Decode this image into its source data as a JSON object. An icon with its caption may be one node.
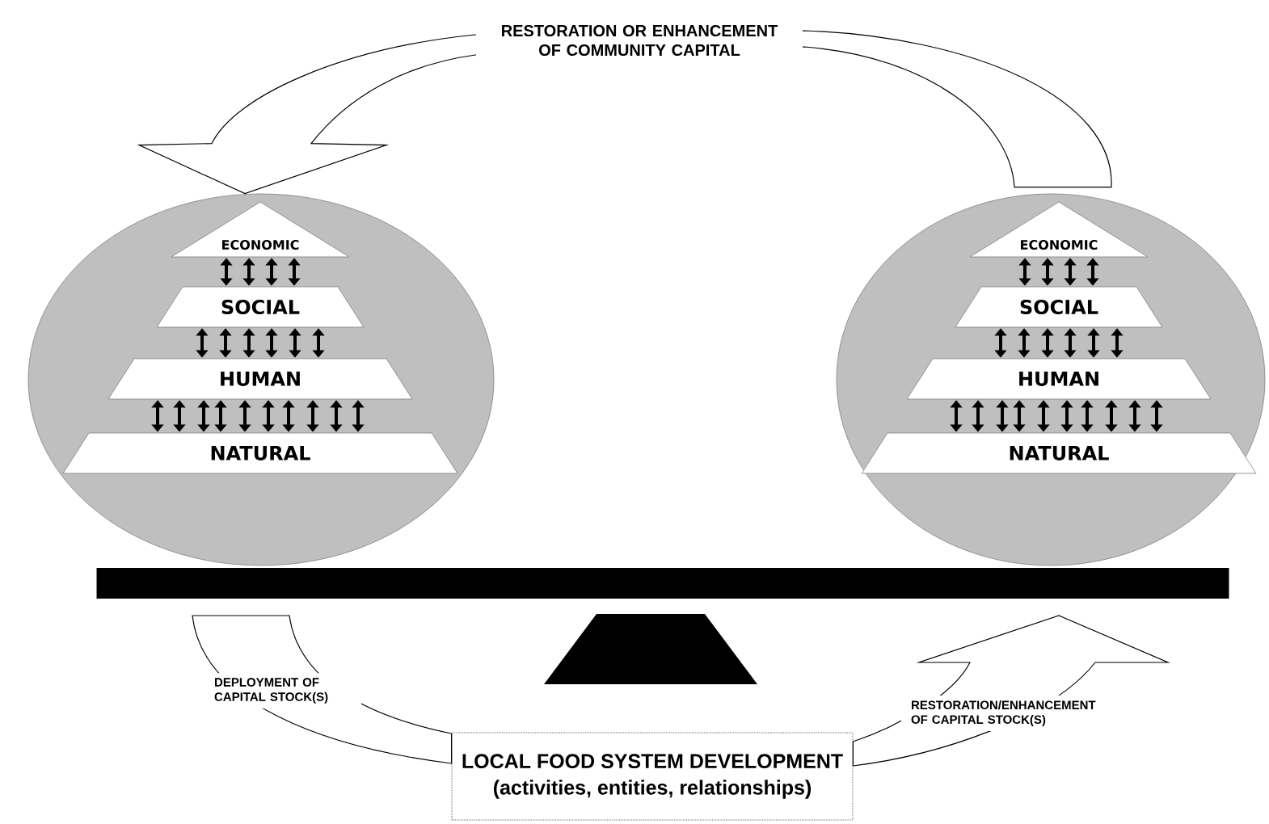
{
  "diagram": {
    "nodes": [
      {
        "text": [],
        "shape": "circle"
      },
      {
        "text": [
          "ECONOMIC"
        ],
        "in": 0
      },
      {
        "text": [
          "SOCIAL"
        ],
        "in": 0
      },
      {
        "text": [
          "HUMAN"
        ],
        "in": 0
      },
      {
        "text": [
          "NATURAL"
        ],
        "in": 0
      },
      {
        "text": [],
        "shape": "circle"
      },
      {
        "text": [
          "ECONOMIC"
        ],
        "in": 5
      },
      {
        "text": [
          "SOCIAL"
        ],
        "in": 5
      },
      {
        "text": [
          "HUMAN"
        ],
        "in": 5
      },
      {
        "text": [
          "NATURAL"
        ],
        "in": 5
      },
      {
        "text": [],
        "shape": "bar"
      },
      {
        "text": [
          "LOCAL FOOD SYSTEM DEVELOPMENT",
          "(activities, entities, relationships)"
        ]
      },
      {
        "text": [],
        "shape": "trapezoid"
      }
    ],
    "edges": [
      {
        "from": 5,
        "to": 0,
        "arrow": "to",
        "label": "RESTORATION OR ENHANCEMENT OF COMMUNITY CAPITAL"
      },
      {
        "from": 10,
        "to": 11,
        "arrow": "none",
        "label": "DEPLOYMENT OF CAPITAL STOCK(S)"
      },
      {
        "from": 11,
        "to": 10,
        "arrow": "to",
        "label": "RESTORATION/ENHANCEMENT OF CAPITAL STOCK(S)"
      },
      {
        "from": 1,
        "to": 2,
        "arrow": "both"
      },
      {
        "from": 1,
        "to": 2,
        "arrow": "both"
      },
      {
        "from": 1,
        "to": 2,
        "arrow": "both"
      },
      {
        "from": 1,
        "to": 2,
        "arrow": "both"
      },
      {
        "from": 2,
        "to": 3,
        "arrow": "both"
      },
      {
        "from": 2,
        "to": 3,
        "arrow": "both"
      },
      {
        "from": 2,
        "to": 3,
        "arrow": "both"
      },
      {
        "from": 2,
        "to": 3,
        "arrow": "both"
      },
      {
        "from": 2,
        "to": 3,
        "arrow": "both"
      },
      {
        "from": 2,
        "to": 3,
        "arrow": "both"
      },
      {
        "from": 3,
        "to": 4,
        "arrow": "both"
      },
      {
        "from": 3,
        "to": 4,
        "arrow": "both"
      },
      {
        "from": 3,
        "to": 4,
        "arrow": "both"
      },
      {
        "from": 3,
        "to": 4,
        "arrow": "both"
      },
      {
        "from": 3,
        "to": 4,
        "arrow": "both"
      },
      {
        "from": 3,
        "to": 4,
        "arrow": "both"
      },
      {
        "from": 3,
        "to": 4,
        "arrow": "both"
      },
      {
        "from": 3,
        "to": 4,
        "arrow": "both"
      },
      {
        "from": 3,
        "to": 4,
        "arrow": "both"
      },
      {
        "from": 3,
        "to": 4,
        "arrow": "both"
      },
      {
        "from": 6,
        "to": 7,
        "arrow": "both"
      },
      {
        "from": 6,
        "to": 7,
        "arrow": "both"
      },
      {
        "from": 6,
        "to": 7,
        "arrow": "both"
      },
      {
        "from": 6,
        "to": 7,
        "arrow": "both"
      },
      {
        "from": 7,
        "to": 8,
        "arrow": "both"
      },
      {
        "from": 7,
        "to": 8,
        "arrow": "both"
      },
      {
        "from": 7,
        "to": 8,
        "arrow": "both"
      },
      {
        "from": 7,
        "to": 8,
        "arrow": "both"
      },
      {
        "from": 7,
        "to": 8,
        "arrow": "both"
      },
      {
        "from": 7,
        "to": 8,
        "arrow": "both"
      },
      {
        "from": 8,
        "to": 9,
        "arrow": "both"
      },
      {
        "from": 8,
        "to": 9,
        "arrow": "both"
      },
      {
        "from": 8,
        "to": 9,
        "arrow": "both"
      },
      {
        "from": 8,
        "to": 9,
        "arrow": "both"
      },
      {
        "from": 8,
        "to": 9,
        "arrow": "both"
      },
      {
        "from": 8,
        "to": 9,
        "arrow": "both"
      },
      {
        "from": 8,
        "to": 9,
        "arrow": "both"
      },
      {
        "from": 8,
        "to": 9,
        "arrow": "both"
      },
      {
        "from": 8,
        "to": 9,
        "arrow": "both"
      },
      {
        "from": 8,
        "to": 9,
        "arrow": "both"
      }
    ]
  }
}
